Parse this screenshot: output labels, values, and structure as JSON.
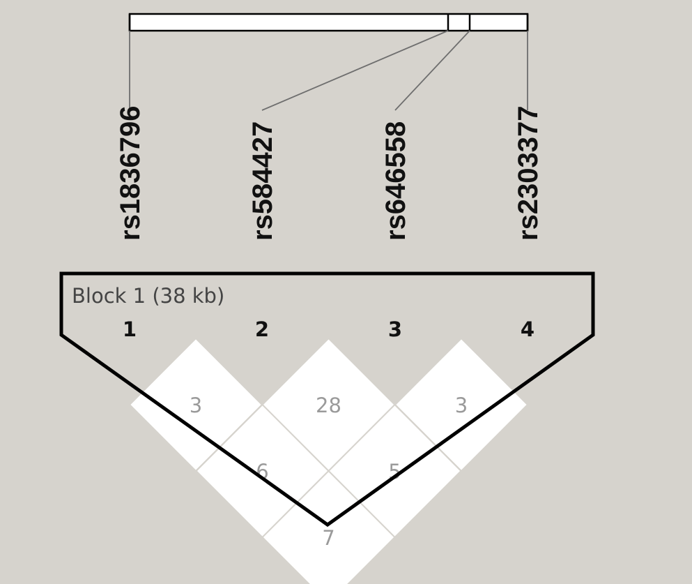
{
  "snps": [
    {
      "id": "rs1836796",
      "number": "1"
    },
    {
      "id": "rs584427",
      "number": "2"
    },
    {
      "id": "rs646558",
      "number": "3"
    },
    {
      "id": "rs2303377",
      "number": "4"
    }
  ],
  "block": {
    "label": "Block 1 (38 kb)"
  },
  "ld_cells": [
    {
      "pair": "1-2",
      "value": "3"
    },
    {
      "pair": "2-3",
      "value": "28"
    },
    {
      "pair": "3-4",
      "value": "3"
    },
    {
      "pair": "1-3",
      "value": "6"
    },
    {
      "pair": "2-4",
      "value": "5"
    },
    {
      "pair": "1-4",
      "value": "7"
    }
  ],
  "colors": {
    "background": "#d6d3cd",
    "cell_fill": "#ffffff",
    "cell_grid": "#d6d3cd",
    "outline": "#000000",
    "value_text": "#9a9a9a"
  }
}
